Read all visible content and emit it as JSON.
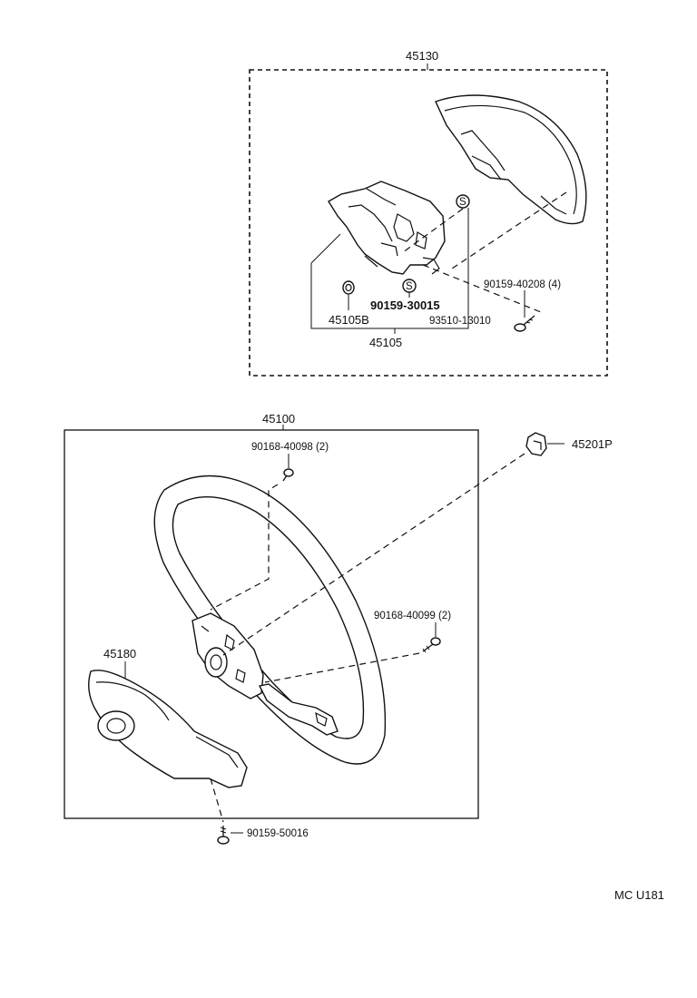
{
  "labels": {
    "upper_group": "45130",
    "p45105B": "45105B",
    "p45105": "45105",
    "p90159_30015": "90159-30015",
    "p93510_13010": "93510-13010",
    "p90159_40208": "90159-40208 (4)",
    "wheel_group": "45100",
    "p90168_40098": "90168-40098 (2)",
    "p45201P": "45201P",
    "p90168_40099": "90168-40099 (2)",
    "p45180": "45180",
    "p90159_50016": "90159-50016",
    "code": "MC  U181"
  },
  "symbols": {
    "s_mark": "S"
  }
}
